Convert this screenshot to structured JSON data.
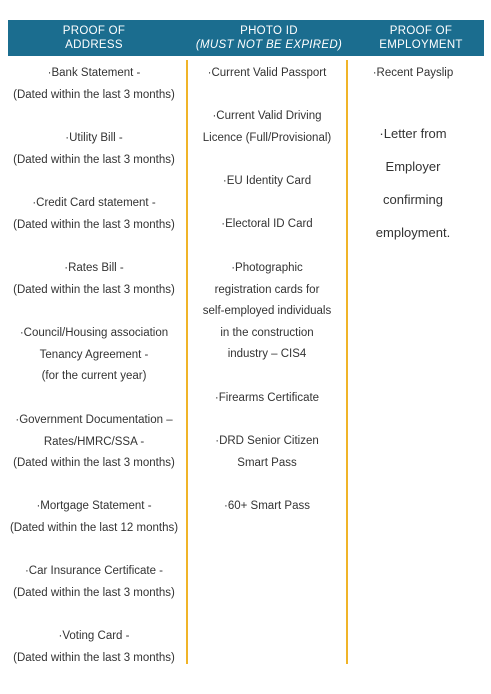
{
  "colors": {
    "header_bg": "#1b6d8f",
    "divider": "#f0b429"
  },
  "headers": [
    {
      "lines": [
        "PROOF OF",
        "ADDRESS"
      ]
    },
    {
      "lines": [
        "PHOTO ID",
        "(MUST NOT BE EXPIRED)"
      ]
    },
    {
      "lines": [
        "PROOF OF",
        "EMPLOYMENT"
      ]
    }
  ],
  "address": [
    {
      "lines": [
        "·Bank Statement -",
        "(Dated within the last 3 months)"
      ]
    },
    {
      "lines": [
        "·Utility Bill -",
        "(Dated within the last 3 months)"
      ]
    },
    {
      "lines": [
        "·Credit Card statement -",
        "(Dated within the last 3 months)"
      ]
    },
    {
      "lines": [
        "·Rates Bill -",
        "(Dated within the last 3 months)"
      ]
    },
    {
      "lines": [
        "·Council/Housing association",
        "Tenancy Agreement -",
        "(for the current year)"
      ]
    },
    {
      "lines": [
        "·Government Documentation –",
        "Rates/HMRC/SSA -",
        "(Dated within the last 3 months)"
      ]
    },
    {
      "lines": [
        "·Mortgage Statement -",
        "(Dated within the last 12 months)"
      ]
    },
    {
      "lines": [
        "·Car Insurance Certificate -",
        "(Dated within the last 3 months)"
      ]
    },
    {
      "lines": [
        "·Voting Card -",
        "(Dated within the last 3 months)"
      ]
    }
  ],
  "photo_id": [
    {
      "lines": [
        "·Current Valid Passport"
      ]
    },
    {
      "lines": [
        "·Current Valid Driving",
        "Licence (Full/Provisional)"
      ]
    },
    {
      "lines": [
        "·EU Identity Card"
      ]
    },
    {
      "lines": [
        "·Electoral ID Card"
      ]
    },
    {
      "lines": [
        "·Photographic",
        "registration cards for",
        "self-employed individuals",
        "in the construction",
        "industry – CIS4"
      ]
    },
    {
      "lines": [
        "·Firearms Certificate"
      ]
    },
    {
      "lines": [
        "·DRD Senior Citizen",
        "Smart Pass"
      ]
    },
    {
      "lines": [
        "·60+ Smart Pass"
      ]
    }
  ],
  "employment": [
    {
      "lines": [
        "·Recent Payslip"
      ]
    },
    {
      "lines": [
        "·Letter from",
        "Employer",
        "confirming",
        "employment."
      ]
    }
  ]
}
